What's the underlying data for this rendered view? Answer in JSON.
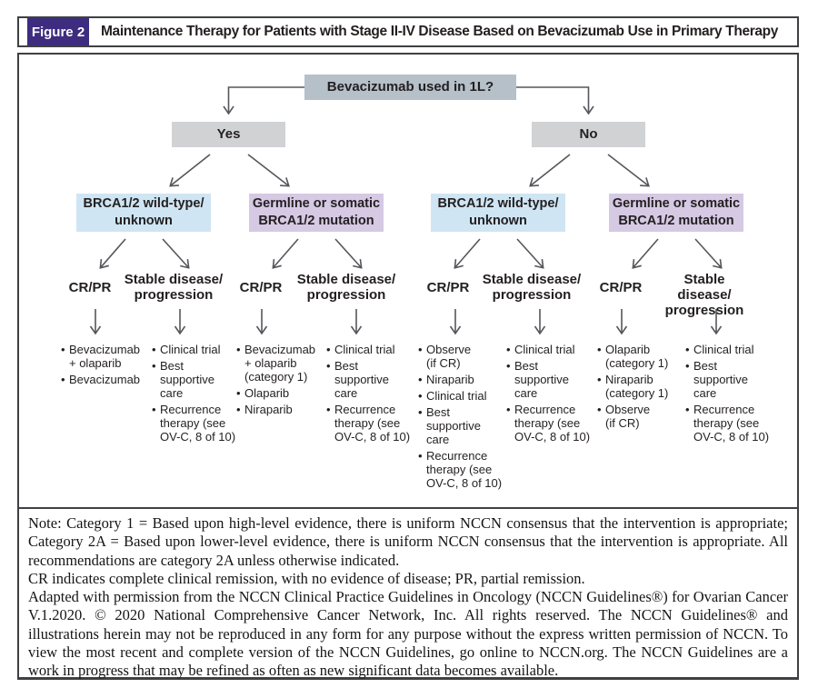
{
  "header": {
    "figure_label": "Figure 2",
    "title": "Maintenance Therapy for Patients with Stage II-IV Disease Based on Bevacizumab Use in Primary Therapy"
  },
  "chart": {
    "root_question": "Bevacizumab used in 1L?",
    "branch_yes": {
      "label": "Yes",
      "wildtype": {
        "label": "BRCA1/2 wild-type/\nunknown",
        "crpr": {
          "label": "CR/PR",
          "items": [
            "Bevacizumab\n+ olaparib",
            "Bevacizumab"
          ]
        },
        "stable": {
          "label": "Stable disease/\nprogression",
          "items": [
            "Clinical trial",
            "Best\nsupportive\ncare",
            "Recurrence\ntherapy (see\nOV-C, 8 of 10)"
          ]
        }
      },
      "mutation": {
        "label": "Germline or somatic\nBRCA1/2 mutation",
        "crpr": {
          "label": "CR/PR",
          "items": [
            "Bevacizumab\n+ olaparib\n(category 1)",
            "Olaparib",
            "Niraparib"
          ]
        },
        "stable": {
          "label": "Stable disease/\nprogression",
          "items": [
            "Clinical trial",
            "Best\nsupportive\ncare",
            "Recurrence\ntherapy (see\nOV-C, 8 of 10)"
          ]
        }
      }
    },
    "branch_no": {
      "label": "No",
      "wildtype": {
        "label": "BRCA1/2 wild-type/\nunknown",
        "crpr": {
          "label": "CR/PR",
          "items": [
            "Observe\n(if CR)",
            "Niraparib",
            "Clinical trial",
            "Best\nsupportive\ncare",
            "Recurrence\ntherapy (see\nOV-C, 8 of 10)"
          ]
        },
        "stable": {
          "label": "Stable disease/\nprogression",
          "items": [
            "Clinical trial",
            "Best\nsupportive\ncare",
            "Recurrence\ntherapy (see\nOV-C, 8 of 10)"
          ]
        }
      },
      "mutation": {
        "label": "Germline or somatic\nBRCA1/2 mutation",
        "crpr": {
          "label": "CR/PR",
          "items": [
            "Olaparib\n(category 1)",
            "Niraparib\n(category 1)",
            "Observe\n(if CR)"
          ]
        },
        "stable": {
          "label": "Stable disease/\nprogression",
          "items": [
            "Clinical trial",
            "Best\nsupportive\ncare",
            "Recurrence\ntherapy (see\nOV-C, 8 of 10)"
          ]
        }
      }
    }
  },
  "notes": {
    "p1": "Note: Category 1 = Based upon high-level evidence, there is uniform NCCN consensus that the intervention is appropriate; Category 2A = Based upon lower-level evidence, there is uniform NCCN consensus that the intervention is appropriate. All recommendations are category 2A unless otherwise indicated.",
    "p2": "CR indicates complete clinical remission, with no evidence of disease; PR, partial remission.",
    "p3": "Adapted with permission from the NCCN Clinical Practice Guidelines in Oncology (NCCN Guidelines®) for Ovarian Cancer V.1.2020. © 2020 National Comprehensive Cancer Network, Inc. All rights reserved. The NCCN Guidelines® and illustrations herein may not be reproduced in any form for any purpose without the express written permission of NCCN. To view the most recent and complete version of the NCCN Guidelines, go online to NCCN.org. The NCCN Guidelines are a work in progress that may be refined as often as new significant data becomes available."
  },
  "colors": {
    "figure_label_bg": "#3d2c7f",
    "question_box": "#b5c0c9",
    "answer_box": "#d1d2d4",
    "wildtype_box": "#cfe5f3",
    "mutation_box": "#d5c9e4",
    "arrow": "#55565a",
    "frame": "#3f4043",
    "text": "#231f20"
  }
}
